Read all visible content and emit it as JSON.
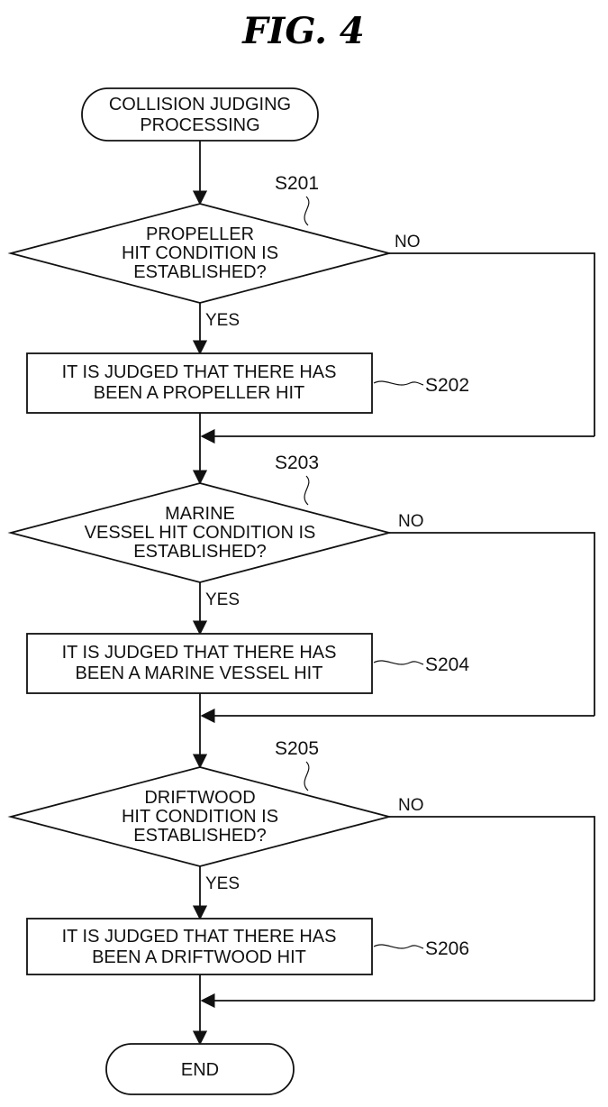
{
  "figure": {
    "title": "FIG. 4"
  },
  "nodes": {
    "start": {
      "line1": "COLLISION JUDGING",
      "line2": "PROCESSING"
    },
    "d1": {
      "line1": "PROPELLER",
      "line2": "HIT CONDITION IS",
      "line3": "ESTABLISHED?",
      "step": "S201",
      "yes": "YES",
      "no": "NO"
    },
    "p1": {
      "line1": "IT IS JUDGED THAT THERE HAS",
      "line2": "BEEN A PROPELLER HIT",
      "step": "S202"
    },
    "d2": {
      "line1": "MARINE",
      "line2": "VESSEL HIT CONDITION IS",
      "line3": "ESTABLISHED?",
      "step": "S203",
      "yes": "YES",
      "no": "NO"
    },
    "p2": {
      "line1": "IT IS JUDGED THAT THERE HAS",
      "line2": "BEEN A MARINE VESSEL HIT",
      "step": "S204"
    },
    "d3": {
      "line1": "DRIFTWOOD",
      "line2": "HIT CONDITION IS",
      "line3": "ESTABLISHED?",
      "step": "S205",
      "yes": "YES",
      "no": "NO"
    },
    "p3": {
      "line1": "IT IS JUDGED THAT THERE HAS",
      "line2": "BEEN A DRIFTWOOD HIT",
      "step": "S206"
    },
    "end": {
      "label": "END"
    }
  }
}
